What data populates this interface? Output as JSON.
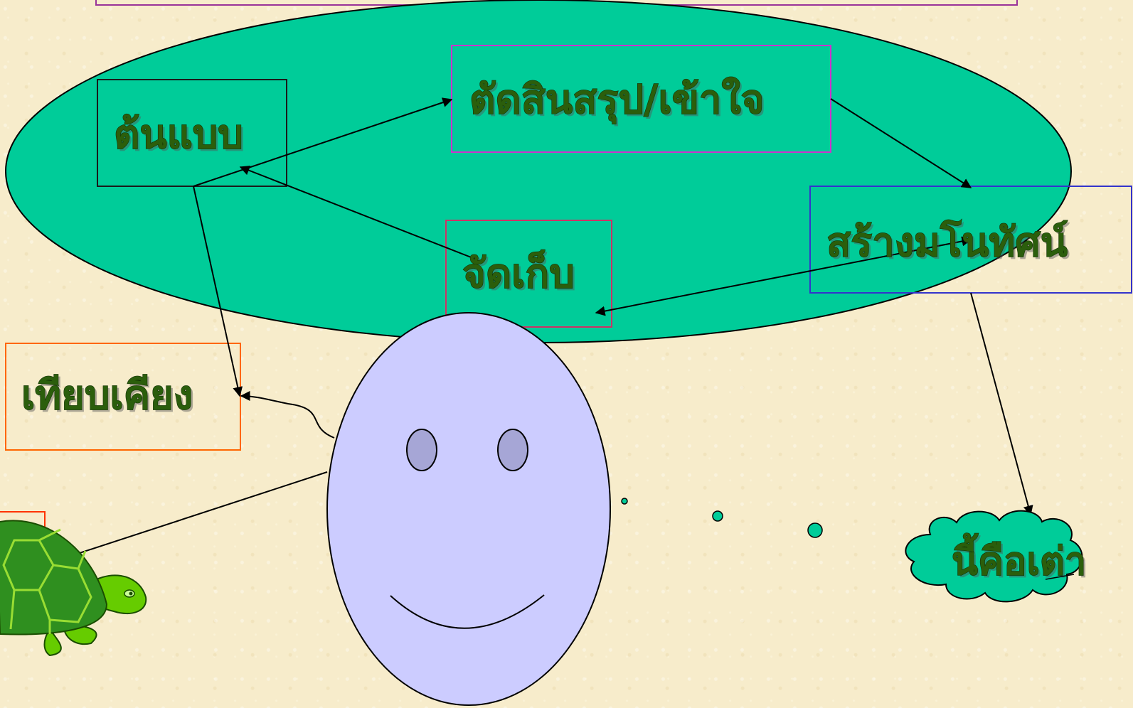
{
  "diagram": {
    "nodes": {
      "model": "ต้นแบบ",
      "conclude": "ตัดสินสรุป/เข้าใจ",
      "concept": "สร้างมโนทัศน์",
      "store": "จัดเก็บ",
      "compare": "เทียบเคียง",
      "turtle_thought": "นี้คือเต่า"
    },
    "colors": {
      "background": "#f7eccb",
      "ellipse_fill": "#00cc99",
      "face_fill": "#ccccff",
      "eye_fill": "#a6a6d6",
      "text": "#2b5e0c",
      "box_model": "#1a1a1a",
      "box_conclude": "#cc33cc",
      "box_concept": "#3333cc",
      "box_store": "#cc3366",
      "box_compare": "#ff6600",
      "turtle_shell": "#2f8f1f",
      "turtle_skin": "#66cc00"
    },
    "icons": [
      "smiley-face-icon",
      "turtle-icon",
      "thought-cloud-icon"
    ]
  }
}
